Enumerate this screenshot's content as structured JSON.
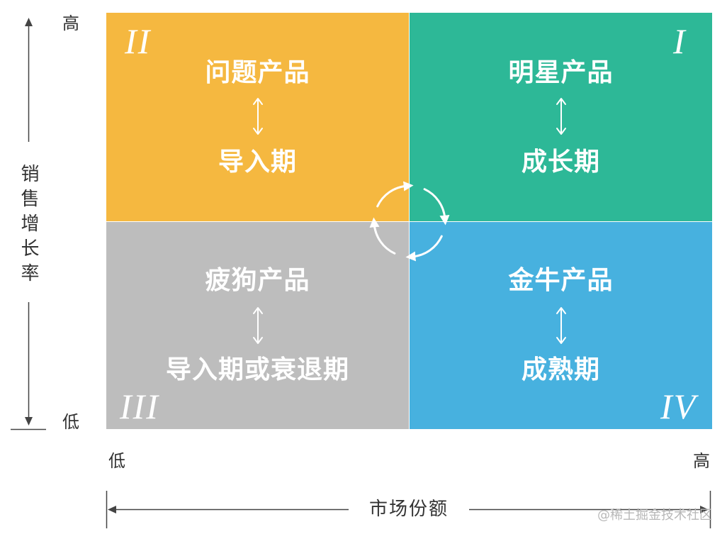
{
  "y_axis": {
    "label": "销售增长率",
    "high": "高",
    "low": "低"
  },
  "x_axis": {
    "label": "市场份额",
    "low": "低",
    "high": "高"
  },
  "quadrants": [
    {
      "numeral": "II",
      "product": "问题产品",
      "stage": "导入期",
      "color": "#F5B840"
    },
    {
      "numeral": "I",
      "product": "明星产品",
      "stage": "成长期",
      "color": "#2DB897"
    },
    {
      "numeral": "III",
      "product": "疲狗产品",
      "stage": "导入期或衰退期",
      "color": "#BDBDBD"
    },
    {
      "numeral": "IV",
      "product": "金牛产品",
      "stage": "成熟期",
      "color": "#47B1DF"
    }
  ],
  "colors": {
    "axis": "#444444",
    "axis_text": "#333333",
    "diagram_text": "#FFFFFF",
    "watermark": "#B8B8B8"
  },
  "icons": {
    "stage_link": "double-arrow-icon",
    "cycle": "cycle-arrows-icon",
    "axis_arrow": "arrowhead-icon"
  },
  "watermark": "@稀土掘金技术社区"
}
